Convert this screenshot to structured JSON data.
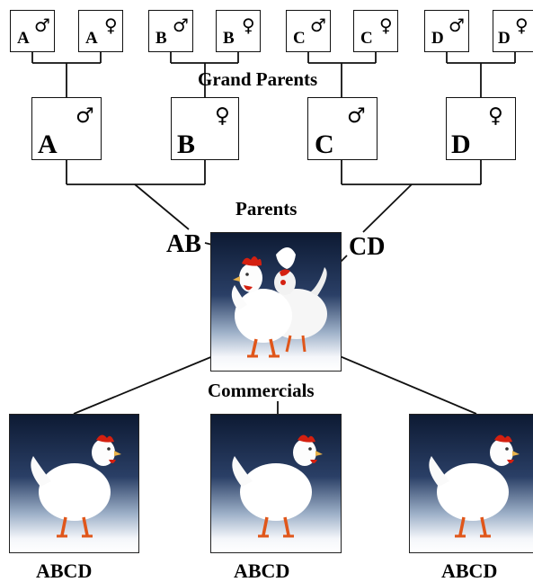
{
  "levels": {
    "grand_parents": "Grand Parents",
    "parents": "Parents",
    "commercials": "Commercials"
  },
  "grand_parents": [
    {
      "letter": "A",
      "sex": "♂"
    },
    {
      "letter": "A",
      "sex": "♀"
    },
    {
      "letter": "B",
      "sex": "♂"
    },
    {
      "letter": "B",
      "sex": "♀"
    },
    {
      "letter": "C",
      "sex": "♂"
    },
    {
      "letter": "C",
      "sex": "♀"
    },
    {
      "letter": "D",
      "sex": "♂"
    },
    {
      "letter": "D",
      "sex": "♀"
    }
  ],
  "parents": [
    {
      "letter": "A",
      "sex": "♂"
    },
    {
      "letter": "B",
      "sex": "♀"
    },
    {
      "letter": "C",
      "sex": "♂"
    },
    {
      "letter": "D",
      "sex": "♀"
    }
  ],
  "crosses": {
    "left": "AB",
    "right": "CD"
  },
  "commercials": [
    "ABCD",
    "ABCD",
    "ABCD"
  ],
  "colors": {
    "photo_bg_top": "#0d1a33",
    "chicken": "#ffffff",
    "comb": "#d42010",
    "legs": "#e0561a"
  }
}
